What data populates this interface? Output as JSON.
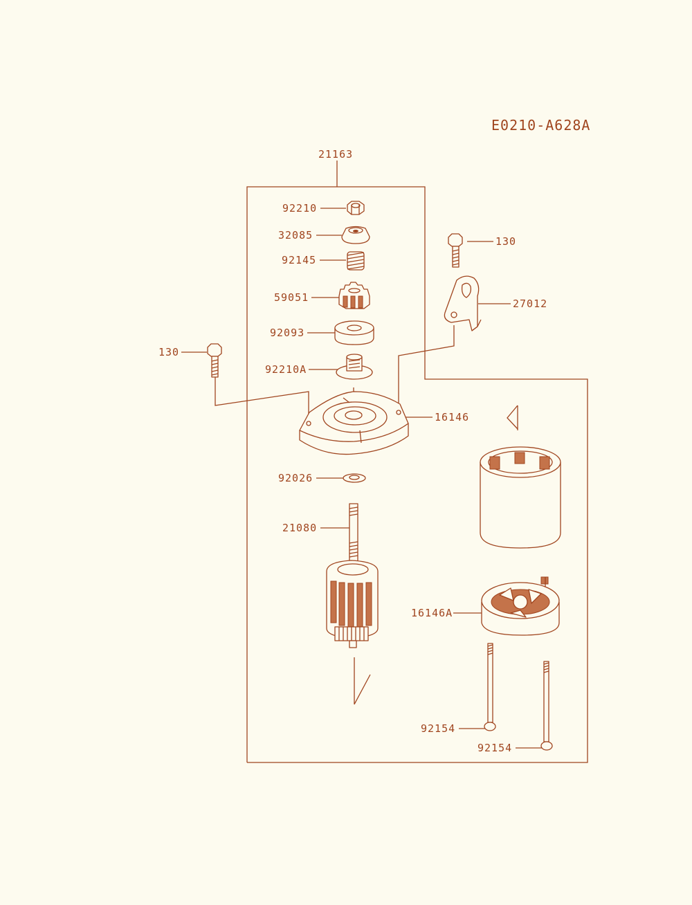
{
  "diagram_id": "E0210-A628A",
  "colors": {
    "ink": "#a0451f",
    "paper": "#fdfbef",
    "shade": "#c4734a"
  },
  "parts": {
    "assembly": "21163",
    "nut": "92210",
    "retainer": "32085",
    "spring": "92145",
    "pinion": "59051",
    "washer_large": "92093",
    "collar": "92210A",
    "bolt_left": "130",
    "bolt_right": "130",
    "bracket": "27012",
    "front_cover": "16146",
    "thrust_washer": "92026",
    "armature": "21080",
    "rear_cover": "16146A",
    "through_bolt_a": "92154",
    "through_bolt_b": "92154"
  }
}
